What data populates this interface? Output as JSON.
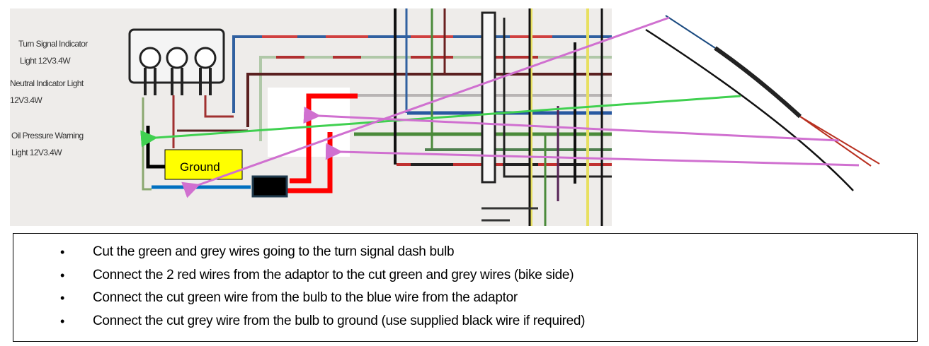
{
  "diagram": {
    "labels": {
      "turn_signal_1": "Turn Signal Indicator",
      "turn_signal_2": "Light 12V3.4W",
      "neutral_1": "Neutral Indicator Light",
      "neutral_2": "12V3.4W",
      "oil_1": "Oil Pressure Warning",
      "oil_2": "Light 12V3.4W"
    },
    "ground_label": "Ground",
    "colors": {
      "arrow_pink": "#d070d0",
      "arrow_green": "#40d050",
      "adaptor_red": "#ff0000",
      "adaptor_blue": "#0070c0",
      "ground_box": "#ffff00",
      "schematic_bg": "#eeecea"
    }
  },
  "instructions": [
    "Cut the green and grey wires going to the turn signal dash bulb",
    "Connect the 2 red wires from the adaptor to the cut green and grey wires (bike side)",
    "Connect the cut green wire from the bulb to the blue wire from the adaptor",
    "Connect the cut grey wire from the bulb to ground (use supplied black wire if required)"
  ],
  "bullet": "•"
}
